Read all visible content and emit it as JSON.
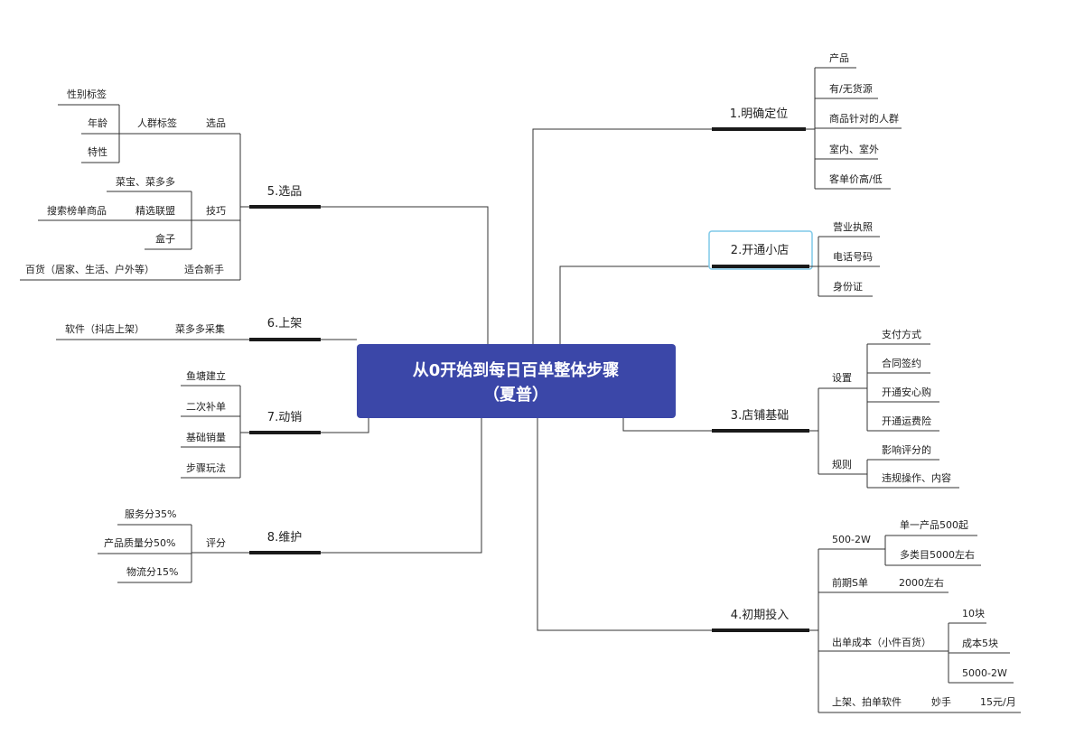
{
  "root": {
    "line1": "从0开始到每日百单整体步骤",
    "line2": "（夏普）",
    "color": "#3b47a8"
  },
  "highlight_color": "#7ec8e8",
  "b1": {
    "label": "1.明确定位",
    "items": [
      "产品",
      "有/无货源",
      "商品针对的人群",
      "室内、室外",
      "客单价高/低"
    ]
  },
  "b2": {
    "label": "2.开通小店",
    "items": [
      "营业执照",
      "电话号码",
      "身份证"
    ]
  },
  "b3": {
    "label": "3.店铺基础",
    "settings": {
      "label": "设置",
      "items": [
        "支付方式",
        "合同签约",
        "开通安心购",
        "开通运费险"
      ]
    },
    "rules": {
      "label": "规则",
      "items": [
        "影响评分的",
        "违规操作、内容"
      ]
    }
  },
  "b4": {
    "label": "4.初期投入",
    "g1": {
      "label": "500-2W",
      "items": [
        "单一产品500起",
        "多类目5000左右"
      ]
    },
    "g2": {
      "label": "前期S单",
      "value": "2000左右"
    },
    "g3": {
      "label": "出单成本（小件百货）",
      "items": [
        "10块",
        "成本5块",
        "5000-2W"
      ]
    },
    "g4": {
      "label": "上架、拍单软件",
      "tool": "妙手",
      "price": "15元/月"
    }
  },
  "b5": {
    "label": "5.选品",
    "xuanpin": "选品",
    "crowd": {
      "label": "人群标签",
      "items": [
        "性别标签",
        "年龄",
        "特性"
      ]
    },
    "skills": {
      "label": "技巧",
      "items": [
        "菜宝、菜多多",
        "精选联盟",
        "盒子"
      ],
      "union_sub": "搜索榜单商品"
    },
    "newbie": {
      "label": "适合新手",
      "item": "百货（居家、生活、户外等）"
    }
  },
  "b6": {
    "label": "6.上架",
    "tool": "菜多多采集",
    "note": "软件（抖店上架）"
  },
  "b7": {
    "label": "7.动销",
    "items": [
      "鱼塘建立",
      "二次补单",
      "基础销量",
      "步骤玩法"
    ]
  },
  "b8": {
    "label": "8.维护",
    "score": "评分",
    "items": [
      "服务分35%",
      "产品质量分50%",
      "物流分15%"
    ]
  }
}
